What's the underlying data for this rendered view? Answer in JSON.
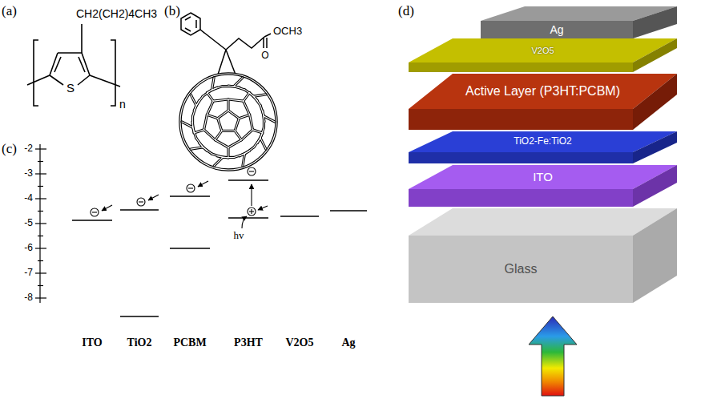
{
  "diagram": {
    "nodes": [
      {
        "text": [
          "Ag"
        ]
      },
      {
        "text": [
          "V2O5"
        ]
      },
      {
        "text": [
          "Active Layer (P3HT:PCBM)"
        ]
      },
      {
        "text": [
          "TiO2-Fe:TiO2"
        ]
      },
      {
        "text": [
          "ITO"
        ]
      },
      {
        "text": [
          "Glass"
        ]
      }
    ],
    "labels": [
      "(a)",
      "(b)",
      "(c)",
      "(d)",
      "CH2(CH2)4CH3",
      "S",
      "n",
      "OCH3",
      "O",
      "-2",
      "-3",
      "-4",
      "-5",
      "-6",
      "-7",
      "-8",
      "ITO",
      "TiO2",
      "PCBM",
      "P3HT",
      "V2O5",
      "Ag",
      "hv"
    ]
  }
}
